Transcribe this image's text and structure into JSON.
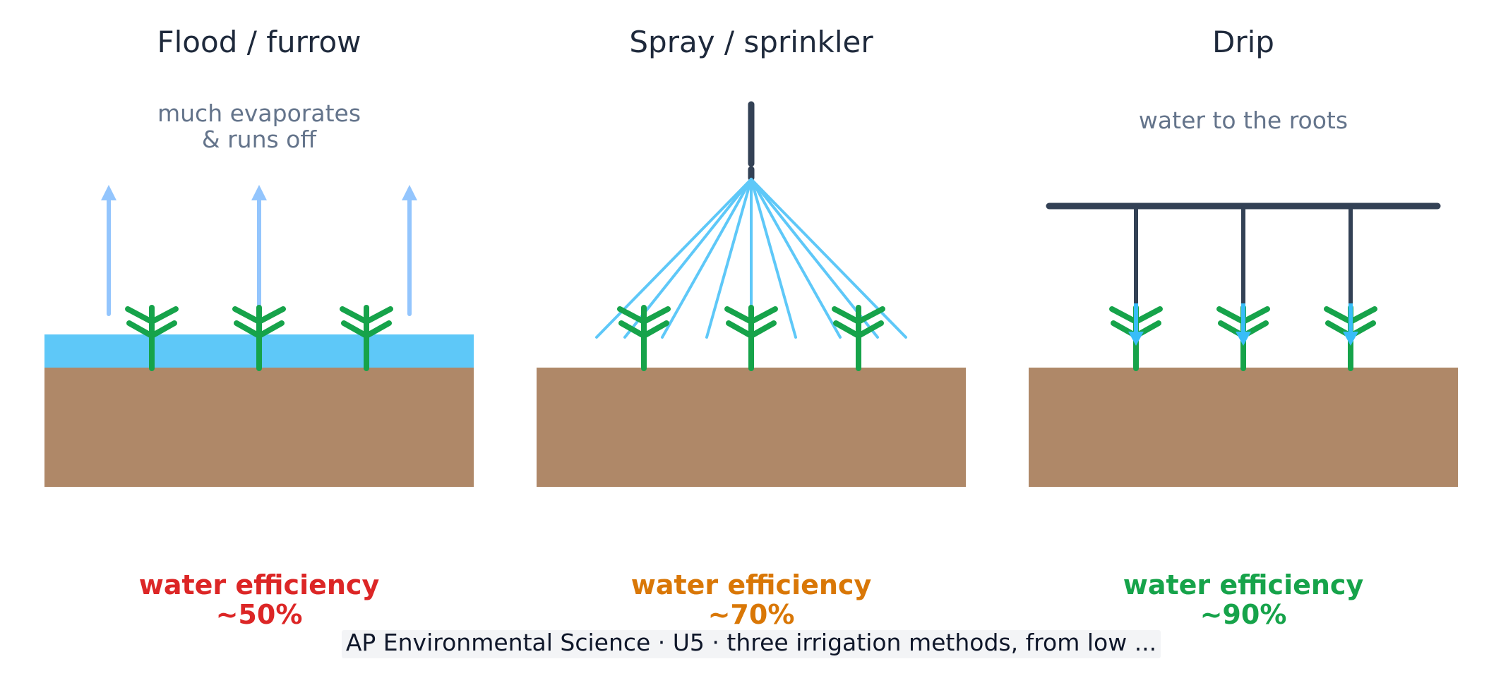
{
  "panels": [
    {
      "title": "Flood / furrow",
      "note_lines": [
        "much evaporates",
        "& runs off"
      ],
      "efficiency_label": "water efficiency",
      "efficiency_value": "~50%",
      "efficiency_color": "#dc2626"
    },
    {
      "title": "Spray / sprinkler",
      "note_lines": [],
      "efficiency_label": "water efficiency",
      "efficiency_value": "~70%",
      "efficiency_color": "#d97706"
    },
    {
      "title": "Drip",
      "note_lines": [
        "water to the roots"
      ],
      "efficiency_label": "water efficiency",
      "efficiency_value": "~90%",
      "efficiency_color": "#16a34a"
    }
  ],
  "caption": "AP Environmental Science · U5 · three irrigation methods, from low ...",
  "colors": {
    "soil": "#af8868",
    "standing_water": "#5ec8f8",
    "evaporation_arrow": "#93c5fd",
    "spray_line": "#5ec8f8",
    "pipe": "#334155",
    "plant": "#16a34a",
    "drip": "#38bdf8"
  },
  "icons": [
    "evaporation-arrow-icon",
    "plant-icon",
    "sprinkler-head-icon",
    "drip-emitter-icon"
  ]
}
